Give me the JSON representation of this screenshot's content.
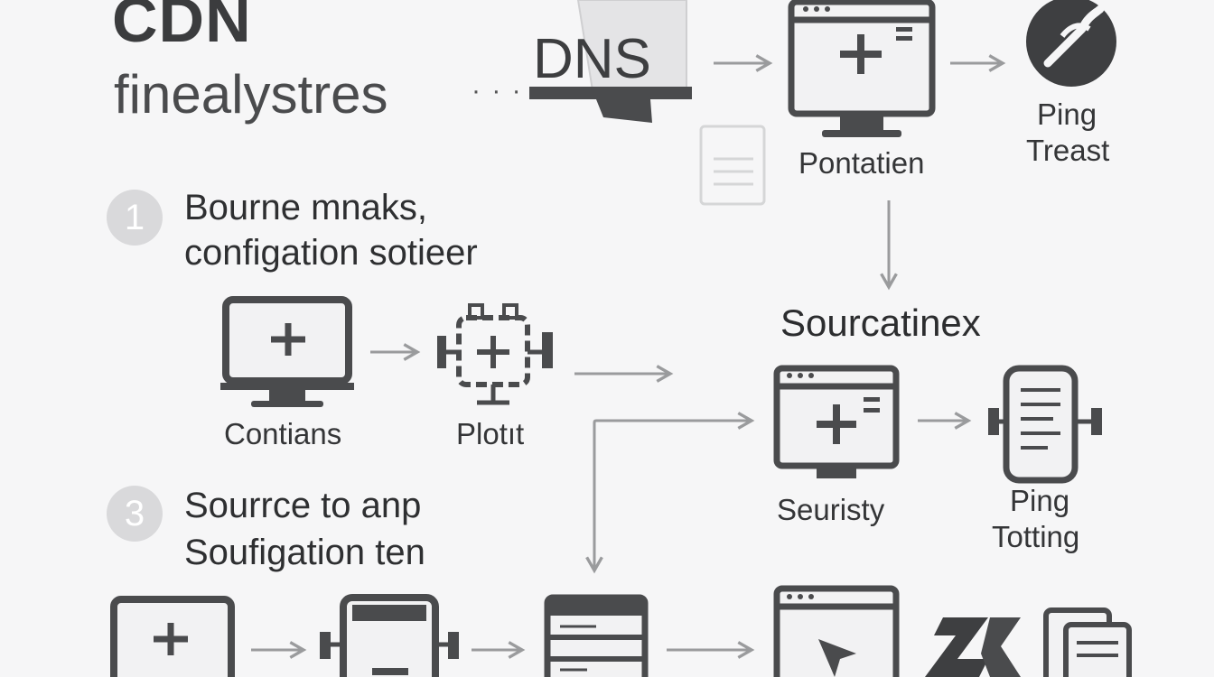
{
  "header": {
    "title_line1": "CDN",
    "title_line2": "finealystres",
    "ellipsis": "· · ·"
  },
  "top_row": {
    "dns_label": "DNS",
    "monitor_label": "Pontatien",
    "ping_line1": "Ping",
    "ping_line2": "Treast"
  },
  "step1": {
    "number": "1",
    "line1": "Bourne mnaks,",
    "line2": "configation sotieer"
  },
  "step1_nodes": {
    "monitor_label": "Contians",
    "plot_label": "Plotıt"
  },
  "right_section": {
    "title": "Sourcatinex",
    "security_label": "Seuristy",
    "ping_line1": "Ping",
    "ping_line2": "Totting"
  },
  "step3": {
    "number": "3",
    "line1": "Sourrce to anp",
    "line2": "Soufigation ten"
  },
  "colors": {
    "background": "#f6f6f7",
    "icon_stroke": "#4a4b4d",
    "arrow": "#9a9b9d",
    "step_circle": "#d9d9db"
  }
}
